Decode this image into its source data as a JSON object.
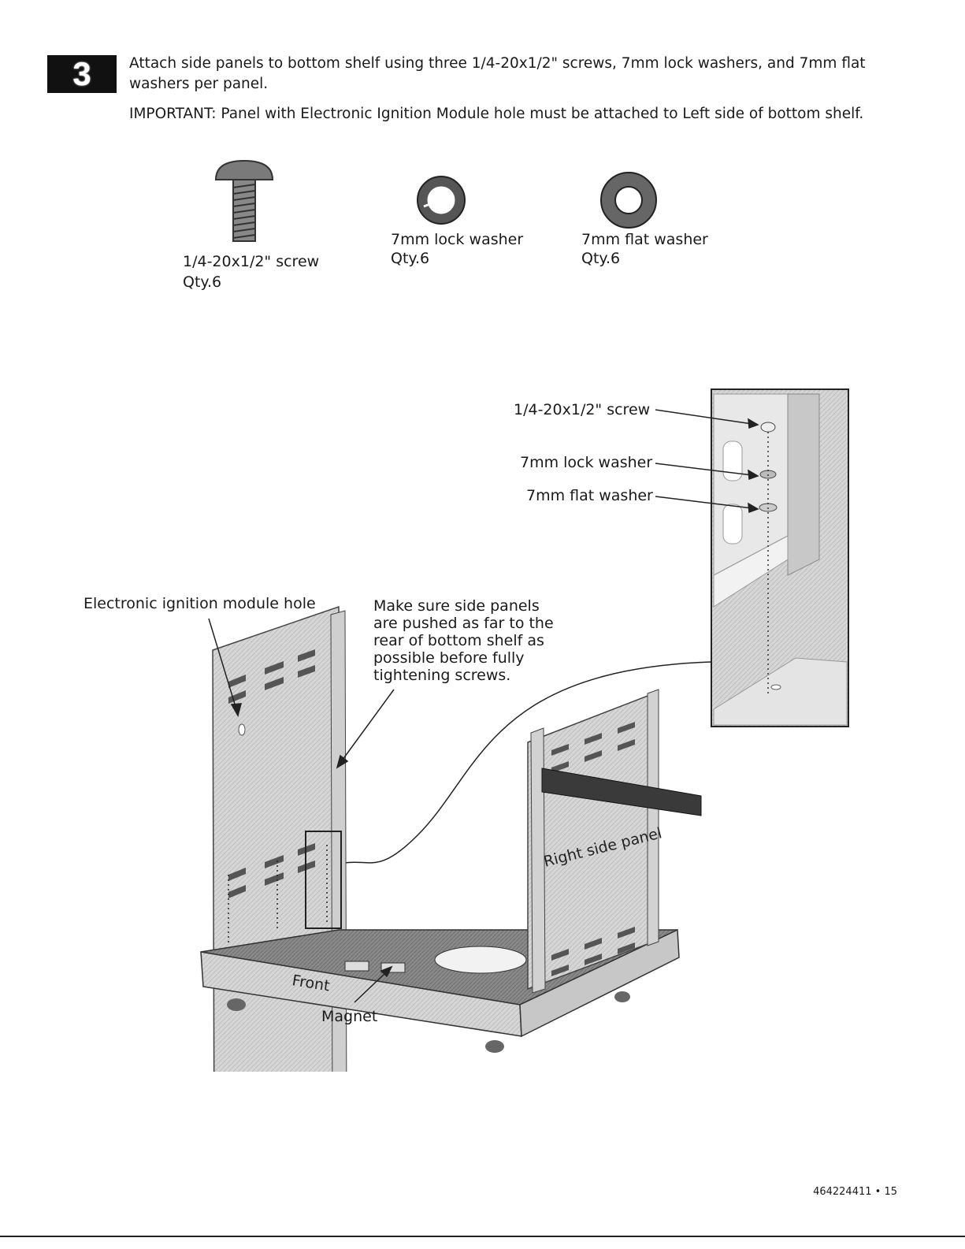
{
  "step": {
    "number": "3",
    "instruction": "Attach side panels to bottom shelf using three 1/4-20x1/2\" screws, 7mm lock washers, and 7mm flat washers per panel.",
    "important": "IMPORTANT: Panel with Electronic Ignition Module hole must be attached to Left side of bottom shelf."
  },
  "parts": [
    {
      "name": "1/4-20x1/2\" screw",
      "qty": "Qty.6"
    },
    {
      "name": "7mm lock washer",
      "qty": "Qty.6"
    },
    {
      "name": "7mm flat washer",
      "qty": "Qty.6"
    }
  ],
  "detail_callouts": {
    "screw": "1/4-20x1/2\" screw",
    "lock_washer": "7mm lock washer",
    "flat_washer": "7mm flat washer"
  },
  "diagram_labels": {
    "ignition_hole": "Electronic ignition module hole",
    "note": "Make sure side panels are pushed as far to the rear of bottom shelf as possible before fully tightening screws.",
    "right_panel": "Right side panel",
    "front": "Front",
    "magnet": "Magnet"
  },
  "footer": "464224411 • 15"
}
